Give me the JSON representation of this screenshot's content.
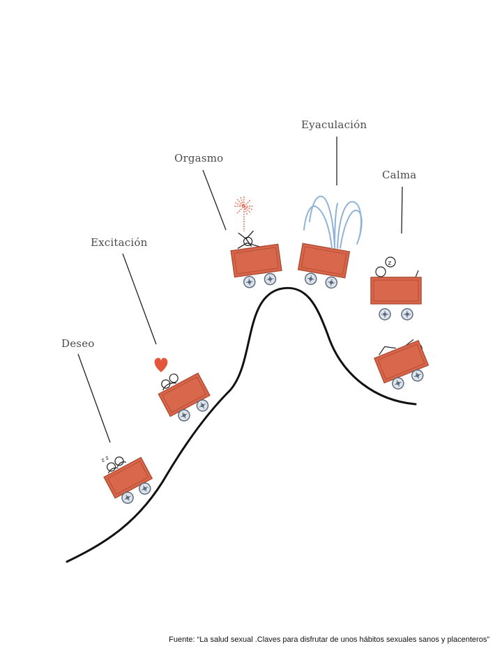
{
  "stages": {
    "deseo": "Deseo",
    "excitacion": "Excitación",
    "orgasmo": "Orgasmo",
    "eyaculacion": "Eyaculación",
    "calma": "Calma"
  },
  "caption": "Fuente: “La salud sexual .Claves para disfrutar de unos hábitos sexuales sanos y placenteros”",
  "colors": {
    "cart": "#d9674b",
    "cart_dark": "#b24d35",
    "track": "#111111",
    "wheel": "#7a8aa0",
    "spray": "#8fb3d6",
    "heart": "#e2573c",
    "firework": "#e2573c",
    "label": "#4a4a4a"
  },
  "icons": [
    "heart-icon",
    "firework-icon",
    "fountain-icon",
    "sleep-icon"
  ]
}
